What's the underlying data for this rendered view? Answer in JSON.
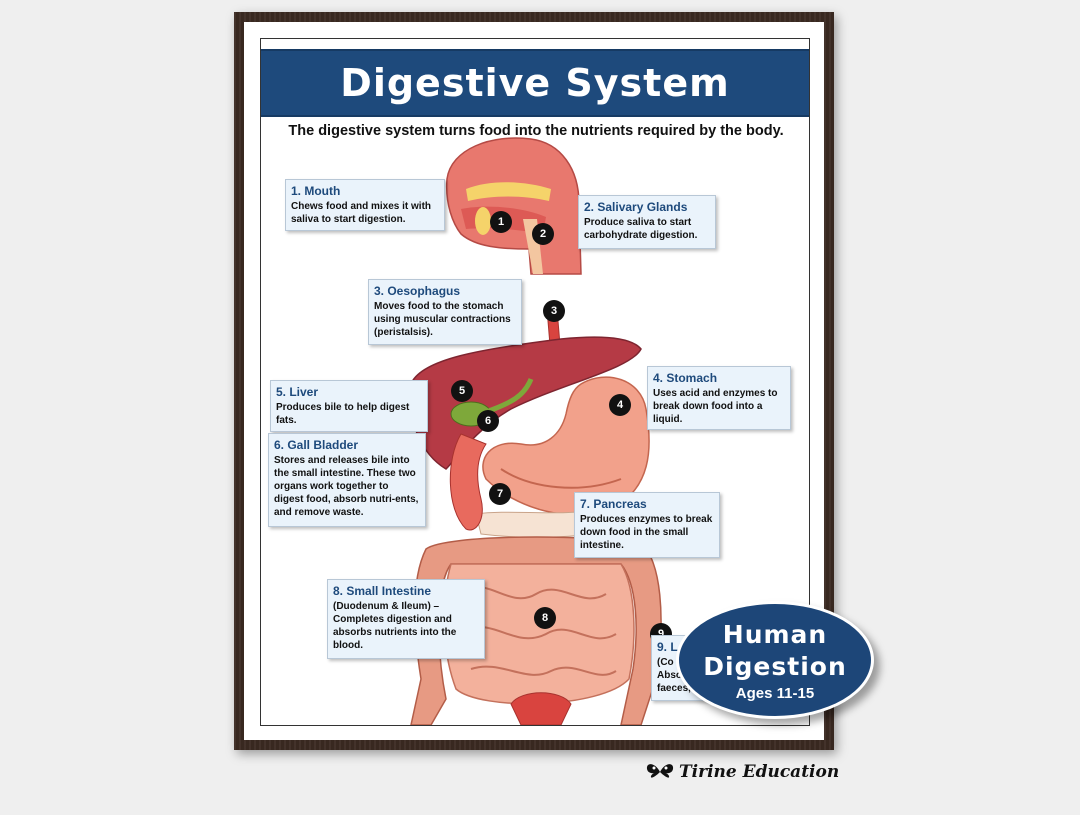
{
  "poster": {
    "title": "Digestive System",
    "subtitle": "The digestive system turns food into the nutrients required by the body."
  },
  "markers": [
    "1",
    "2",
    "3",
    "4",
    "5",
    "6",
    "7",
    "8",
    "9"
  ],
  "organs": [
    {
      "heading": "1. Mouth",
      "text": "Chews food and mixes it with saliva to start digestion."
    },
    {
      "heading": "2. Salivary Glands",
      "text": "Produce saliva to start carbohydrate digestion."
    },
    {
      "heading": "3. Oesophagus",
      "text": "Moves food to the stomach using muscular contractions (peristalsis)."
    },
    {
      "heading": "4. Stomach",
      "text": "Uses acid and enzymes to break down food into a liquid."
    },
    {
      "heading": "5. Liver",
      "text": "Produces bile to help digest fats."
    },
    {
      "heading": "6. Gall Bladder",
      "text": "Stores and releases bile into the small intestine. These two organs work together to digest food, absorb nutri-ents, and remove waste."
    },
    {
      "heading": "7. Pancreas",
      "text": "Produces enzymes to break down food in the small intestine."
    },
    {
      "heading": "8. Small Intestine",
      "text": "(Duodenum & Ileum) – Completes digestion and absorbs nutrients into the blood."
    },
    {
      "heading": "9. L",
      "text": "(Co Abso faeces,"
    }
  ],
  "badge": {
    "line1": "Human",
    "line2": "Digestion",
    "line3": "Ages 11-15"
  },
  "brand": {
    "name": "Tirine Education",
    "logo_icon": "butterfly-icon"
  },
  "colors": {
    "title_bar": "#1e4a7c",
    "badge": "#1d4678",
    "box_bg": "#eaf3fb",
    "heading": "#1e4a7c",
    "frame": "#3b2a22"
  }
}
